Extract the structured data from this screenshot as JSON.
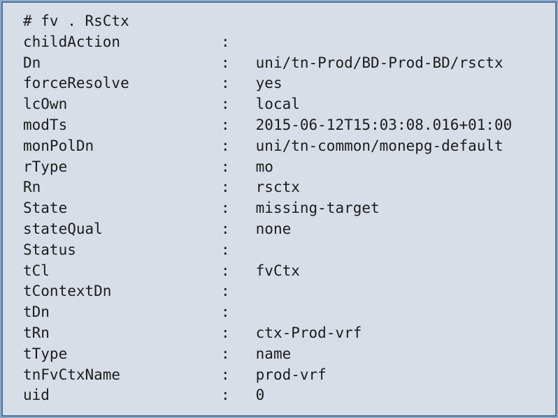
{
  "console": {
    "header": "# fv . RsCtx",
    "separator": ":",
    "properties": [
      {
        "key": "childAction",
        "value": ""
      },
      {
        "key": "Dn",
        "value": "uni/tn-Prod/BD-Prod-BD/rsctx"
      },
      {
        "key": "forceResolve",
        "value": "yes"
      },
      {
        "key": "lcOwn",
        "value": "local"
      },
      {
        "key": "modTs",
        "value": "2015-06-12T15:03:08.016+01:00"
      },
      {
        "key": "monPolDn",
        "value": "uni/tn-common/monepg-default"
      },
      {
        "key": "rType",
        "value": "mo"
      },
      {
        "key": "Rn",
        "value": "rsctx"
      },
      {
        "key": "State",
        "value": "missing-target"
      },
      {
        "key": "stateQual",
        "value": "none"
      },
      {
        "key": "Status",
        "value": ""
      },
      {
        "key": "tCl",
        "value": "fvCtx"
      },
      {
        "key": "tContextDn",
        "value": ""
      },
      {
        "key": "tDn",
        "value": ""
      },
      {
        "key": "tRn",
        "value": "ctx-Prod-vrf"
      },
      {
        "key": "tType",
        "value": "name"
      },
      {
        "key": "tnFvCtxName",
        "value": "prod-vrf"
      },
      {
        "key": "uid",
        "value": "0"
      }
    ],
    "colors": {
      "background": "#d8dee7",
      "text": "#1c1c1c",
      "border_outer": "#8fa9c7",
      "border_inner": "#4f739c"
    }
  }
}
